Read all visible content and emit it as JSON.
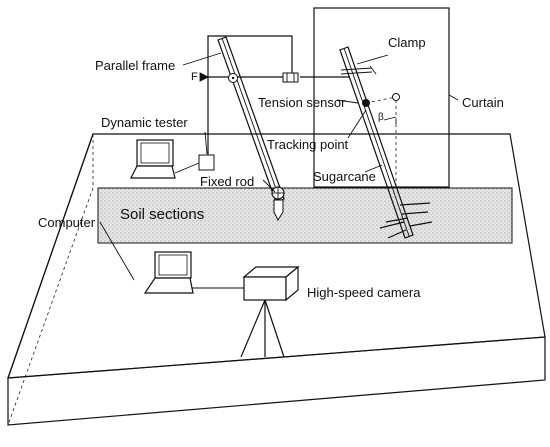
{
  "labels": {
    "parallel_frame": "Parallel frame",
    "force": "F",
    "clamp": "Clamp",
    "tension_sensor": "Tension sensor",
    "curtain": "Curtain",
    "dynamic_tester": "Dynamic tester",
    "tracking_point": "Tracking point",
    "beta": "β",
    "sugarcane": "Sugarcane",
    "fixed_rod": "Fixed rod",
    "soil_sections": "Soil sections",
    "computer": "Computer",
    "high_speed_camera": "High-speed camera"
  }
}
